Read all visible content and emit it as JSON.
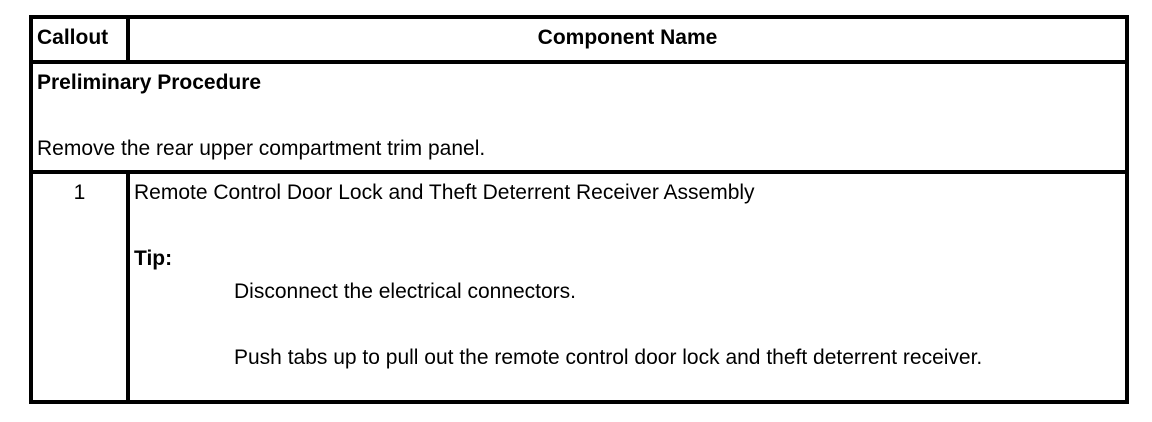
{
  "table": {
    "header": {
      "callout_label": "Callout",
      "component_label": "Component Name"
    },
    "preliminary": {
      "title": "Preliminary Procedure",
      "instruction": "Remove the rear upper compartment trim panel."
    },
    "rows": [
      {
        "callout": "1",
        "component_name": "Remote Control Door Lock and Theft Deterrent Receiver Assembly",
        "tip_label": "Tip:",
        "tip_steps": [
          "Disconnect the electrical connectors.",
          "Push tabs up to pull out the remote control door lock and theft deterrent receiver."
        ]
      }
    ]
  }
}
